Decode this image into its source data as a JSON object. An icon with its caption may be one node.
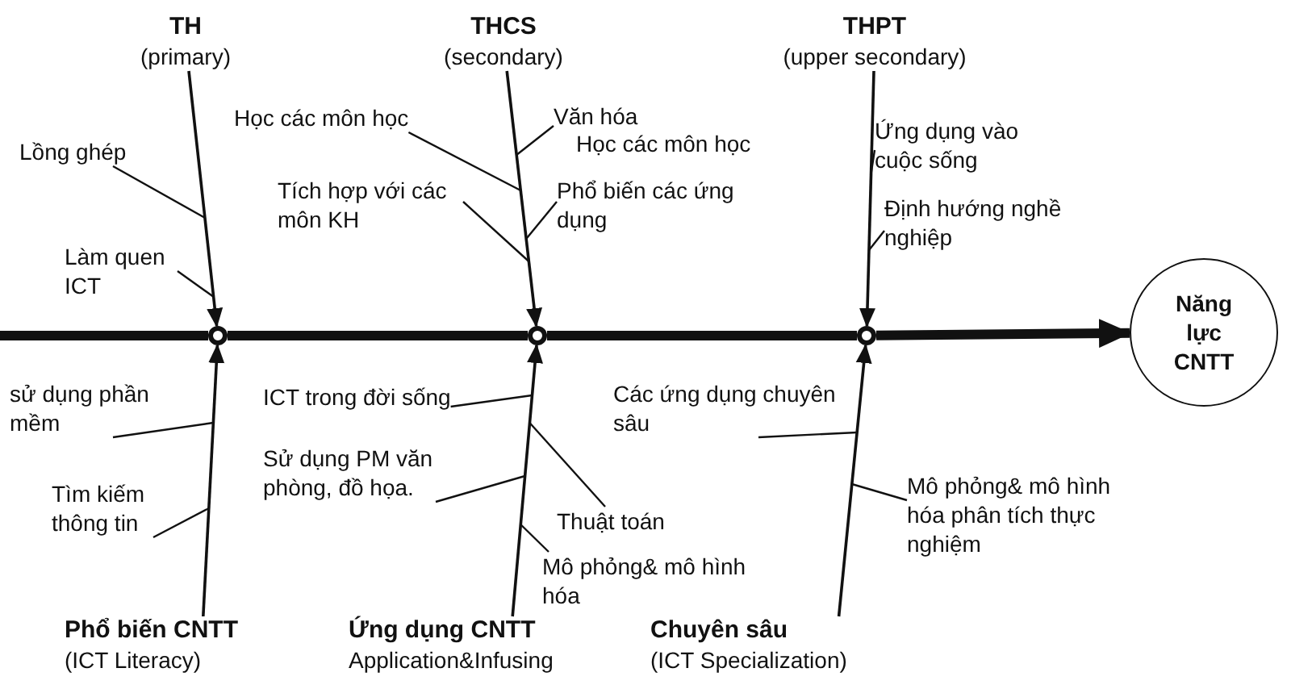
{
  "diagram": {
    "nodes": [
      {
        "text": [
          "TH",
          "(primary)"
        ]
      },
      {
        "text": [
          "THCS",
          "(secondary)"
        ]
      },
      {
        "text": [
          "THPT",
          "(upper secondary)"
        ]
      },
      {
        "text": [],
        "shape": "circle"
      },
      {
        "text": [],
        "shape": "circle"
      },
      {
        "text": [],
        "shape": "circle"
      },
      {
        "text": [
          "Năng lực CNTT"
        ]
      },
      {
        "text": [
          "Phổ biến CNTT",
          "(ICT Literacy)"
        ]
      },
      {
        "text": [
          "Ứng dụng CNTT",
          "Application&Infusing"
        ]
      },
      {
        "text": [
          "Chuyên sâu",
          "(ICT Specialization)"
        ]
      },
      {
        "text": [
          "Lồng ghép"
        ]
      },
      {
        "text": [
          "Làm quen ICT"
        ]
      },
      {
        "text": [
          "Học các môn học"
        ]
      },
      {
        "text": [
          "Tích hợp với các môn KH"
        ]
      },
      {
        "text": [
          "Văn hóa"
        ]
      },
      {
        "text": [
          "Phổ biến các ứng dụng"
        ]
      },
      {
        "text": [
          "Ứng dụng vào cuộc sống"
        ]
      },
      {
        "text": [
          "Định hướng nghề nghiệp"
        ]
      },
      {
        "text": [
          "sử dụng phần mềm"
        ]
      },
      {
        "text": [
          "Tìm kiếm thông tin"
        ]
      },
      {
        "text": [
          "ICT trong đời sống"
        ]
      },
      {
        "text": [
          "Sử dụng PM văn phòng, đồ họa."
        ]
      },
      {
        "text": [
          "Thuật toán"
        ]
      },
      {
        "text": [
          "Mô phỏng& mô hình hóa"
        ]
      },
      {
        "text": [
          "Các ứng dụng chuyên sâu"
        ]
      },
      {
        "text": [
          "Mô phỏng& mô hình hóa phân tích thực nghiệm"
        ]
      }
    ],
    "edges": [
      {
        "from": null,
        "to": 3,
        "arrow": "none",
        "style": "thick"
      },
      {
        "from": 3,
        "to": 4,
        "arrow": "none",
        "style": "thick"
      },
      {
        "from": 4,
        "to": 5,
        "arrow": "none",
        "style": "thick"
      },
      {
        "from": 5,
        "to": 6,
        "arrow": "to",
        "style": "thick"
      },
      {
        "from": 0,
        "to": 3,
        "arrow": "to"
      },
      {
        "from": 1,
        "to": 4,
        "arrow": "to"
      },
      {
        "from": 2,
        "to": 5,
        "arrow": "to"
      },
      {
        "from": 7,
        "to": 3,
        "arrow": "to"
      },
      {
        "from": 8,
        "to": 4,
        "arrow": "to"
      },
      {
        "from": 9,
        "to": 5,
        "arrow": "to"
      },
      {
        "from": 10,
        "to": null,
        "arrow": "none"
      },
      {
        "from": 11,
        "to": null,
        "arrow": "none"
      },
      {
        "from": 12,
        "to": null,
        "arrow": "none"
      },
      {
        "from": 13,
        "to": null,
        "arrow": "none"
      },
      {
        "from": 14,
        "to": null,
        "arrow": "none"
      },
      {
        "from": 15,
        "to": null,
        "arrow": "none"
      },
      {
        "from": 16,
        "to": null,
        "arrow": "none"
      },
      {
        "from": 17,
        "to": null,
        "arrow": "none"
      },
      {
        "from": 18,
        "to": null,
        "arrow": "none"
      },
      {
        "from": 19,
        "to": null,
        "arrow": "none"
      },
      {
        "from": 20,
        "to": null,
        "arrow": "none"
      },
      {
        "from": 21,
        "to": null,
        "arrow": "none"
      },
      {
        "from": 22,
        "to": null,
        "arrow": "none"
      },
      {
        "from": 23,
        "to": null,
        "arrow": "none"
      },
      {
        "from": 24,
        "to": null,
        "arrow": "none"
      },
      {
        "from": 25,
        "to": null,
        "arrow": "none"
      }
    ],
    "labels": [
      "Học các môn học"
    ]
  }
}
